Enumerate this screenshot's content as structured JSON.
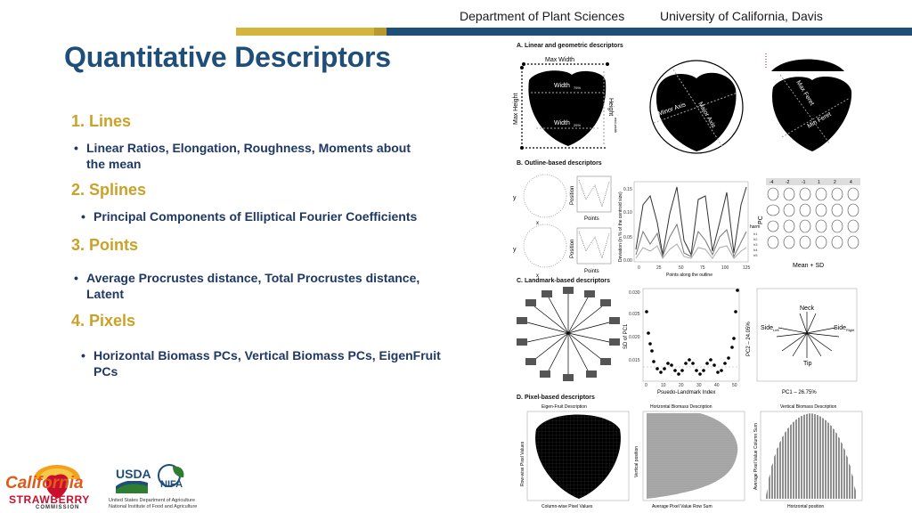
{
  "header": {
    "dept": "Department of Plant Sciences",
    "university": "University of California, Davis",
    "bar_colors": [
      "#d4b43c",
      "#d4b43c",
      "#1f4e79"
    ]
  },
  "title": "Quantitative Descriptors",
  "sections": [
    {
      "heading": "1. Lines",
      "bullets": [
        "Linear Ratios, Elongation, Roughness, Moments about",
        "the mean"
      ]
    },
    {
      "heading": "2. Splines",
      "bullets": [
        "Principal Components of Elliptical Fourier Coefficients"
      ]
    },
    {
      "heading": "3. Points",
      "bullets": [
        "Average Procrustes distance, Total Procrustes distance,",
        "Latent"
      ]
    },
    {
      "heading": "4. Pixels",
      "bullets": [
        "Horizontal Biomass PCs, Vertical Biomass PCs, EigenFruit",
        "PCs"
      ]
    }
  ],
  "figure": {
    "panel_a": {
      "label": "A. Linear and geometric descriptors",
      "max_width": "Max Width",
      "max_height": "Max Height",
      "width75": "Width",
      "width75_sub": "75%",
      "width25": "Width",
      "width25_sub": "25%",
      "height_mid": "Height",
      "height_mid_sub": "mid-width",
      "minor_axis": "Minor Axis",
      "major_axis": "Major Axis",
      "max_feret": "Max Feret",
      "min_feret": "Min Feret"
    },
    "panel_b": {
      "label": "B. Outline-based descriptors",
      "y": "y",
      "x": "x",
      "position": "Position",
      "points": "Points",
      "ylabel": "Deviation (in % of the centroid size)",
      "xlabel": "Points along the outline",
      "yticks": [
        "0.15",
        "0.10",
        "0.05",
        "0.00"
      ],
      "xticks": [
        "0",
        "25",
        "50",
        "75",
        "100",
        "125"
      ],
      "harm_title": "harm",
      "harm": [
        "h1",
        "h2",
        "h3",
        "h4",
        "h5"
      ],
      "pc": "PC",
      "pc_top": [
        "-4",
        "-2",
        "-1",
        "1",
        "2",
        "4"
      ],
      "mean_sd": "Mean + SD"
    },
    "panel_c": {
      "label": "C. Landmark-based descriptors",
      "ylabel": "SD of PC1",
      "xlabel": "Psuedo-Landmark Index",
      "yticks": [
        "0.030",
        "0.025",
        "0.020",
        "0.015"
      ],
      "xticks": [
        "0",
        "10",
        "20",
        "30",
        "40",
        "50"
      ],
      "neck": "Neck",
      "side_left": "Side",
      "side_left_sub": "Left",
      "side_right": "Side",
      "side_right_sub": "Right",
      "tip": "Tip",
      "pc1": "PC1 – 26.75%",
      "pc2": "PC2 – 24.05%"
    },
    "panel_d": {
      "label": "D. Pixel-based descriptors",
      "eigen_title": "Eigen-Fruit Description",
      "eigen_y": "Row-wise Pixel Values",
      "eigen_x": "Column-wise Pixel Values",
      "hb_title": "Horizontal Biomass Description",
      "hb_y": "Vertical position",
      "hb_x": "Average Pixel Value Row Sum",
      "vb_title": "Vertical Biomass Description",
      "vb_y": "Average Pixel Value Column Sum",
      "vb_x": "Horizontal position"
    }
  },
  "logos": {
    "california": "California",
    "strawberry": "STRAWBERRY",
    "commission": "COMMISSION",
    "usda": "USDA",
    "usda_line1": "United States Department of Agriculture",
    "usda_line2": "National Institute of Food and Agriculture",
    "nifa": "NIFA"
  }
}
